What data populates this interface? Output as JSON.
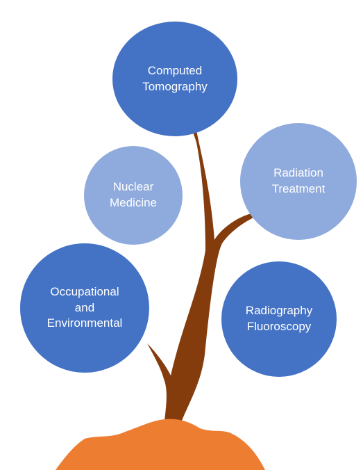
{
  "colors": {
    "bubble_dark": "#4472c4",
    "bubble_light": "#8faadc",
    "trunk": "#843c0c",
    "ground": "#ed7d31",
    "text": "#ffffff"
  },
  "nodes": [
    {
      "id": "computed-tomography",
      "label": "Computed\nTomography",
      "shade": "dark"
    },
    {
      "id": "radiation-treatment",
      "label": "Radiation\nTreatment",
      "shade": "light"
    },
    {
      "id": "nuclear-medicine",
      "label": "Nuclear\nMedicine",
      "shade": "light"
    },
    {
      "id": "occupational-environmental",
      "label": "Occupational\nand\nEnvironmental",
      "shade": "dark"
    },
    {
      "id": "radiography-fluoroscopy",
      "label": "Radiography\nFluoroscopy",
      "shade": "dark"
    }
  ]
}
